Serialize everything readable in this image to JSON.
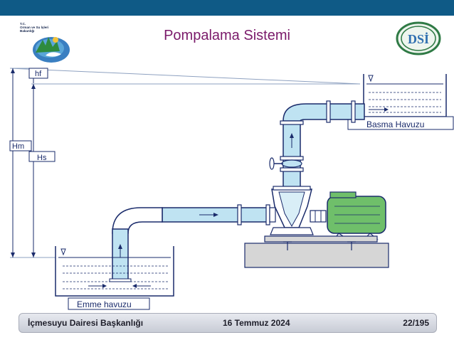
{
  "header": {
    "title": "Pompalama Sistemi",
    "ministry_lines": [
      "T.C.",
      "Orman ve Su İşleri",
      "Bakanlığı"
    ],
    "dsi_logo_text": "DSİ",
    "band_color": "#0f5a86"
  },
  "diagram": {
    "labels": {
      "hf": "hf",
      "hm": "Hm",
      "hs": "Hs",
      "discharge_tank": "Basma Havuzu",
      "suction_tank": "Emme havuzu"
    },
    "colors": {
      "pipe": "#bfe3f2",
      "pipe_outline": "#1a2b6b",
      "motor": "#6fbf6a",
      "base": "#d6d6d6"
    }
  },
  "footer": {
    "organization": "İçmesuyu Dairesi Başkanlığı",
    "date": "16 Temmuz 2024",
    "page": "22/195"
  }
}
